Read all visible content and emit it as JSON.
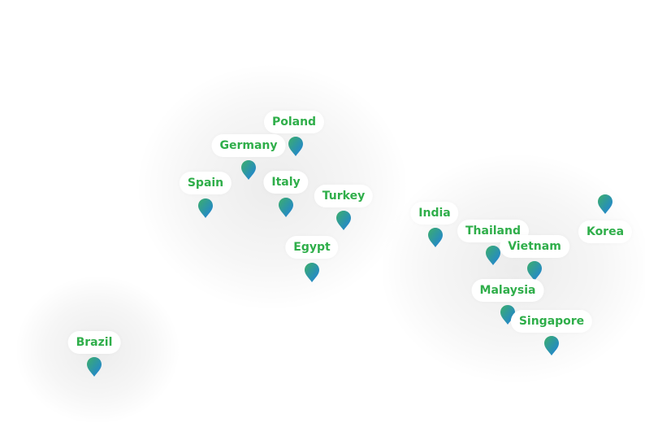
{
  "colors": {
    "label_text": "#2fae4a",
    "label_bg": "#ffffff",
    "pin_gradient_start": "#3cae6a",
    "pin_gradient_end": "#1e7fe0"
  },
  "markers": [
    {
      "id": "poland",
      "name": "Poland"
    },
    {
      "id": "germany",
      "name": "Germany"
    },
    {
      "id": "spain",
      "name": "Spain"
    },
    {
      "id": "italy",
      "name": "Italy"
    },
    {
      "id": "turkey",
      "name": "Turkey"
    },
    {
      "id": "egypt",
      "name": "Egypt"
    },
    {
      "id": "india",
      "name": "India"
    },
    {
      "id": "thailand",
      "name": "Thailand"
    },
    {
      "id": "vietnam",
      "name": "Vietnam"
    },
    {
      "id": "korea",
      "name": "Korea"
    },
    {
      "id": "malaysia",
      "name": "Malaysia"
    },
    {
      "id": "singapore",
      "name": "Singapore"
    },
    {
      "id": "brazil",
      "name": "Brazil"
    }
  ]
}
